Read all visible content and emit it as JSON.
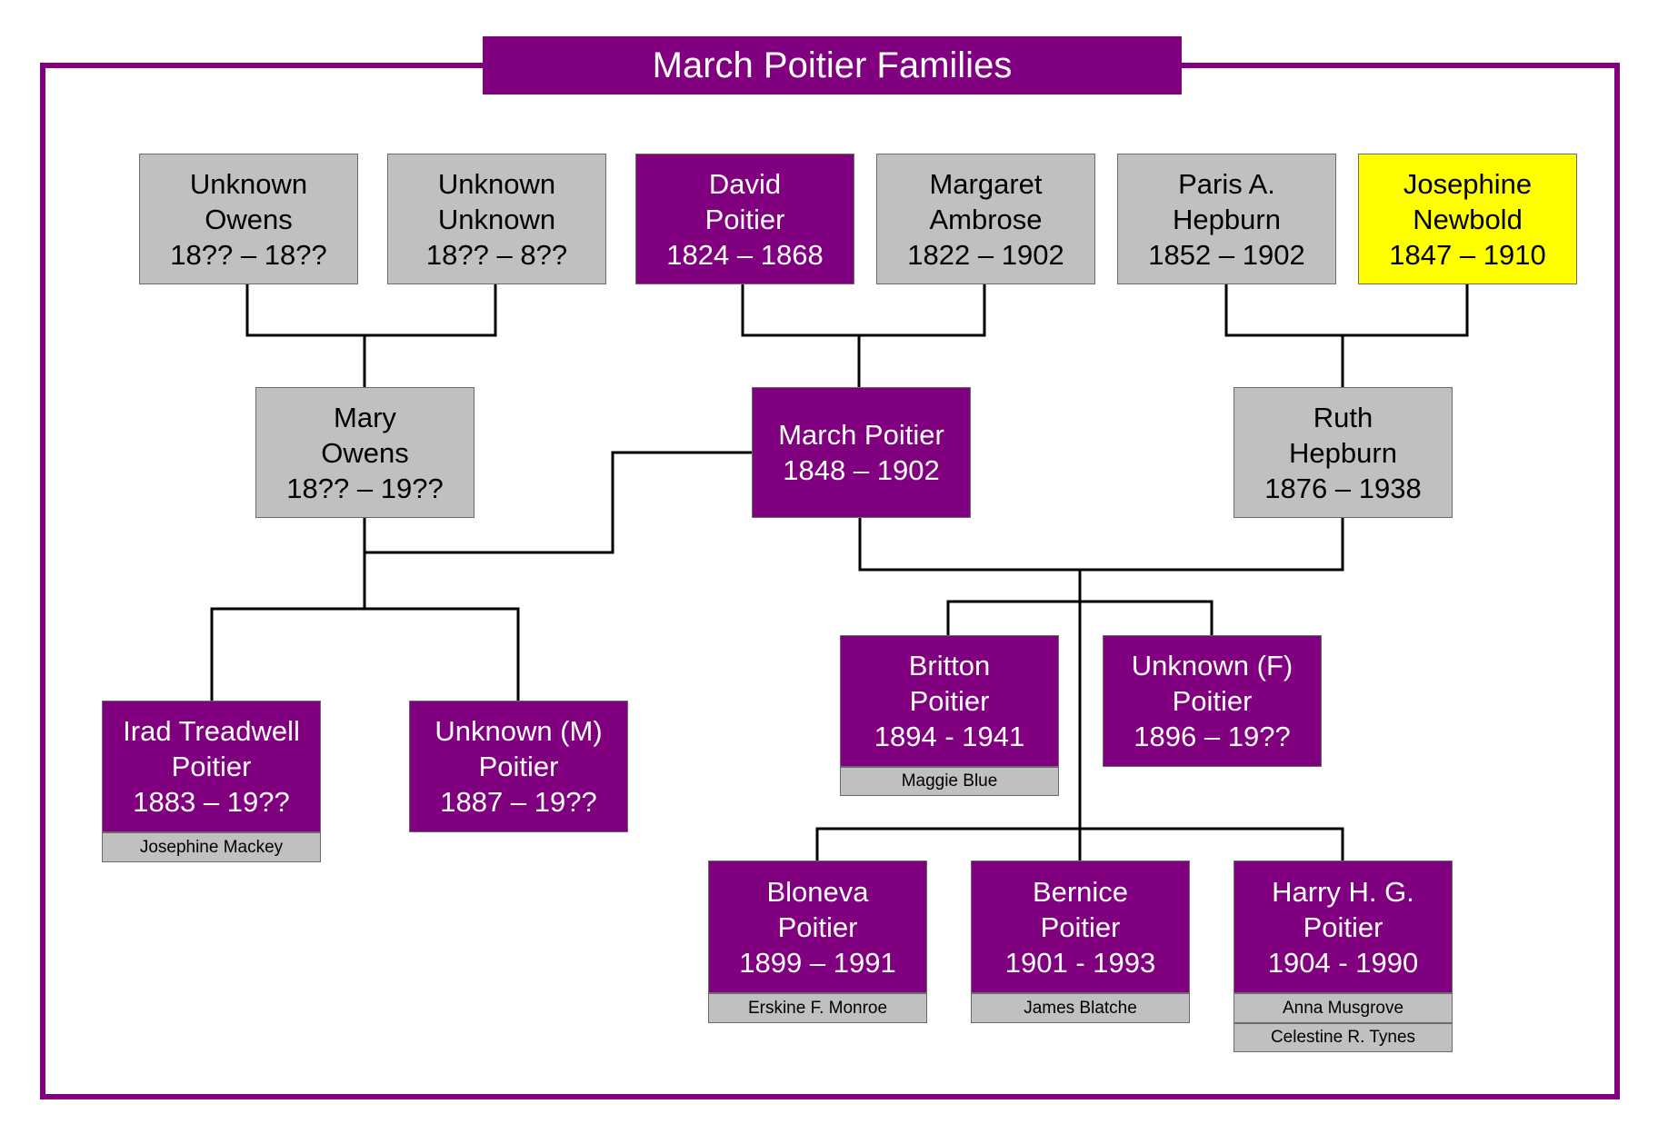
{
  "title": "March Poitier Families",
  "colors": {
    "frame": "#800080",
    "grey_box": "#c0c0c0",
    "purple_box": "#800080",
    "yellow_box": "#ffff00",
    "line": "#000000"
  },
  "people": {
    "unknown_owens": {
      "line1": "Unknown",
      "line2": "Owens",
      "dates": "18?? – 18??"
    },
    "unknown_unknown": {
      "line1": "Unknown",
      "line2": "Unknown",
      "dates": "18?? – 8??"
    },
    "david_poitier": {
      "line1": "David",
      "line2": "Poitier",
      "dates": "1824 – 1868"
    },
    "margaret_ambrose": {
      "line1": "Margaret",
      "line2": "Ambrose",
      "dates": "1822 – 1902"
    },
    "paris_hepburn": {
      "line1": "Paris A.",
      "line2": "Hepburn",
      "dates": "1852 – 1902"
    },
    "josephine_newbold": {
      "line1": "Josephine",
      "line2": "Newbold",
      "dates": "1847 – 1910"
    },
    "mary_owens": {
      "line1": "Mary",
      "line2": "Owens",
      "dates": "18?? – 19??"
    },
    "march_poitier": {
      "line1": "March Poitier",
      "dates": "1848 – 1902"
    },
    "ruth_hepburn": {
      "line1": "Ruth",
      "line2": "Hepburn",
      "dates": "1876 – 1938"
    },
    "irad_poitier": {
      "line1": "Irad Treadwell",
      "line2": "Poitier",
      "dates": "1883 – 19??",
      "spouses": [
        "Josephine Mackey"
      ]
    },
    "unknown_m_poitier": {
      "line1": "Unknown (M)",
      "line2": "Poitier",
      "dates": "1887 – 19??"
    },
    "britton_poitier": {
      "line1": "Britton",
      "line2": "Poitier",
      "dates": "1894 - 1941",
      "spouses": [
        "Maggie Blue"
      ]
    },
    "unknown_f_poitier": {
      "line1": "Unknown (F)",
      "line2": "Poitier",
      "dates": "1896 – 19??"
    },
    "bloneva_poitier": {
      "line1": "Bloneva",
      "line2": "Poitier",
      "dates": "1899 – 1991",
      "spouses": [
        "Erskine F. Monroe"
      ]
    },
    "bernice_poitier": {
      "line1": "Bernice",
      "line2": "Poitier",
      "dates": "1901 - 1993",
      "spouses": [
        "James Blatche"
      ]
    },
    "harry_poitier": {
      "line1": "Harry H. G.",
      "line2": "Poitier",
      "dates": "1904 - 1990",
      "spouses": [
        "Anna Musgrove",
        "Celestine R. Tynes"
      ]
    }
  }
}
